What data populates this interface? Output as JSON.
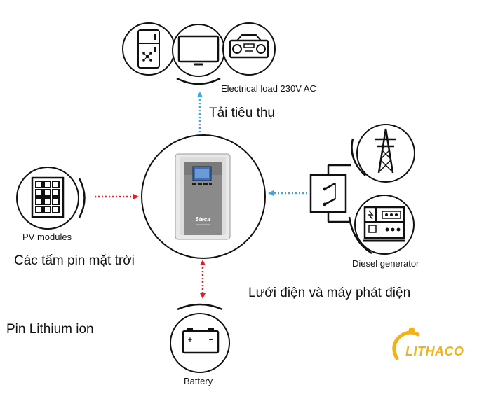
{
  "labels": {
    "load_en": "Electrical load 230V AC",
    "load_vi": "Tải tiêu thụ",
    "pv_en": "PV modules",
    "pv_vi": "Các tấm pin mặt trời",
    "diesel_en": "Diesel generator",
    "grid_vi": "Lưới điện và máy phát điện",
    "battery_vi": "Pin Lithium ion",
    "battery_en": "Battery",
    "inverter_brand": "Steca",
    "inverter_battery_plus": "+",
    "inverter_battery_minus": "−"
  },
  "logo": {
    "text": "LITHACO",
    "color": "#f2b21b"
  },
  "colors": {
    "line": "#111111",
    "arrow_pv": "#e0202a",
    "arrow_grid": "#3aa9e0",
    "arrow_load": "#3aa9e0",
    "arrow_battery": "#e0202a",
    "inverter_body": "#8a8a8a",
    "inverter_screen": "#3f6fb5"
  },
  "icons": [
    "fridge-icon",
    "tv-icon",
    "radio-icon",
    "solar-panel-icon",
    "inverter-icon",
    "pylon-icon",
    "transfer-switch-icon",
    "diesel-generator-icon",
    "battery-icon",
    "lithaco-logo-icon"
  ]
}
